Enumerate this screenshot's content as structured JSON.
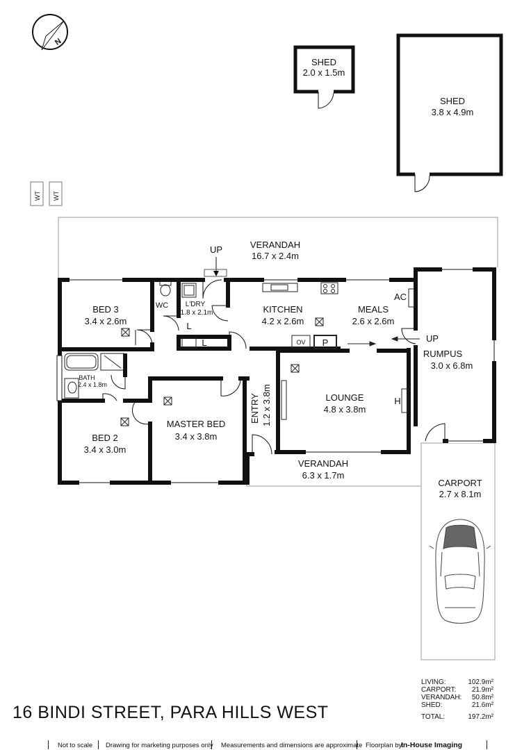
{
  "rooms": {
    "shed_small": {
      "name": "SHED",
      "dims": "2.0 x 1.5m"
    },
    "shed_large": {
      "name": "SHED",
      "dims": "3.8 x 4.9m"
    },
    "verandah_rear": {
      "name": "VERANDAH",
      "dims": "16.7 x 2.4m"
    },
    "up_rear": "UP",
    "bed3": {
      "name": "BED 3",
      "dims": "3.4 x 2.6m"
    },
    "wc": "WC",
    "laundry": {
      "name": "L'DRY",
      "dims": "1.8 x 2.1m"
    },
    "linen1": "L",
    "linen2": "L",
    "kitchen": {
      "name": "KITCHEN",
      "dims": "4.2 x 2.6m"
    },
    "oven": "OV",
    "pantry": "P",
    "meals": {
      "name": "MEALS",
      "dims": "2.6 x 2.6m"
    },
    "ac": "AC",
    "up_rumpus": "UP",
    "rumpus": {
      "name": "RUMPUS",
      "dims": "3.0 x 6.8m"
    },
    "bath": {
      "name": "BATH",
      "dims": "2.4 x 1.8m"
    },
    "entry": {
      "name": "ENTRY",
      "dims": "1.2 x 3.8m"
    },
    "lounge": {
      "name": "LOUNGE",
      "dims": "4.8 x 3.8m"
    },
    "heater": "H",
    "master": {
      "name": "MASTER BED",
      "dims": "3.4 x 3.8m"
    },
    "bed2": {
      "name": "BED 2",
      "dims": "3.4 x 3.0m"
    },
    "verandah_front": {
      "name": "VERANDAH",
      "dims": "6.3 x 1.7m"
    },
    "carport": {
      "name": "CARPORT",
      "dims": "2.7 x 8.1m"
    },
    "wt1": "WT",
    "wt2": "WT"
  },
  "compass_letter": "N",
  "address": "16 BINDI STREET, PARA HILLS WEST",
  "areas": [
    {
      "label": "LIVING:",
      "value": "102.9m²"
    },
    {
      "label": "CARPORT:",
      "value": "21.9m²"
    },
    {
      "label": "VERANDAH:",
      "value": "50.8m²"
    },
    {
      "label": "SHED:",
      "value": "21.6m²"
    }
  ],
  "total": {
    "label": "TOTAL:",
    "value": "197.2m²"
  },
  "footer": {
    "not_to_scale": "Not to scale",
    "marketing": "Drawing for marketing purposes only",
    "measurements": "Measurements and dimensions are approximate",
    "floorplan_by": "Floorplan by:",
    "company": "In-House Imaging"
  }
}
